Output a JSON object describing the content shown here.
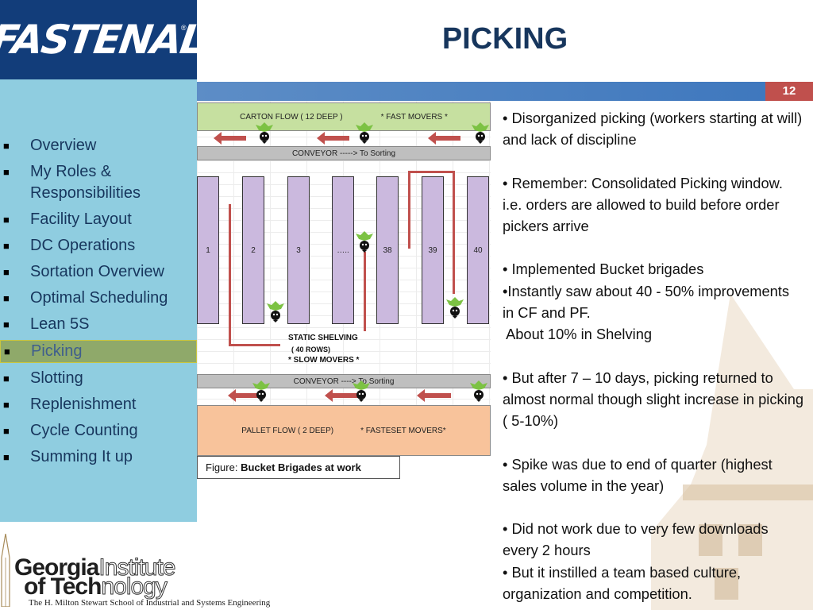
{
  "header": {
    "logo": "FASTENAL",
    "logo_reg": "®",
    "title": "PICKING",
    "slide_number": "12"
  },
  "sidebar": {
    "items": [
      {
        "label": "Overview"
      },
      {
        "label": "My Roles & Responsibilities"
      },
      {
        "label": "Facility Layout"
      },
      {
        "label": "DC Operations"
      },
      {
        "label": "Sortation Overview"
      },
      {
        "label": "Optimal Scheduling"
      },
      {
        "label": "Lean 5S"
      },
      {
        "label": "Picking",
        "active": true
      },
      {
        "label": "Slotting"
      },
      {
        "label": "Replenishment"
      },
      {
        "label": "Cycle Counting"
      },
      {
        "label": "Summing It up"
      }
    ]
  },
  "diagram": {
    "carton_flow": "CARTON FLOW ( 12 DEEP )",
    "fast_movers": "* FAST MOVERS *",
    "conveyor_top": "CONVEYOR -----> To Sorting",
    "racks": [
      "1",
      "2",
      "3",
      "…..",
      "38",
      "39",
      "40"
    ],
    "static_shelving": "STATIC SHELVING",
    "rows": "( 40 ROWS)",
    "slow_movers": "* SLOW MOVERS *",
    "conveyor_bottom": "CONVEYOR ----> To Sorting",
    "pallet_flow": "PALLET FLOW ( 2 DEEP)",
    "fastest_movers": "* FASTESET MOVERS*"
  },
  "figure": {
    "prefix": "Figure: ",
    "caption": "Bucket Brigades at work"
  },
  "bullets": [
    "• Disorganized picking (workers starting at will) and lack of discipline",
    "• Remember: Consolidated Picking window. i.e. orders are allowed to build before order pickers arrive",
    "• Implemented Bucket brigades",
    "•Instantly  saw about 40 - 50% improvements in CF and PF.",
    " About 10% in Shelving",
    "• But after 7 – 10 days, picking returned to almost normal though slight increase in picking ( 5-10%)",
    "• Spike was due to end of quarter (highest sales volume in the year)",
    "•  Did not work due to very few downloads  every 2 hours",
    "• But it instilled a team based culture, organization and competition."
  ],
  "footer": {
    "gt_line1_bold": "Georgia",
    "gt_line1_light": "Institute",
    "gt_line2_bold": "of Tech",
    "gt_line2_light": "nology",
    "gt_subtitle": "The H. Milton Stewart School of Industrial and Systems Engineering"
  },
  "colors": {
    "accent_red": "#c0504d",
    "sidebar_bg": "#8fcde0",
    "title_navy": "#17365d",
    "logo_blue": "#123d7a"
  }
}
